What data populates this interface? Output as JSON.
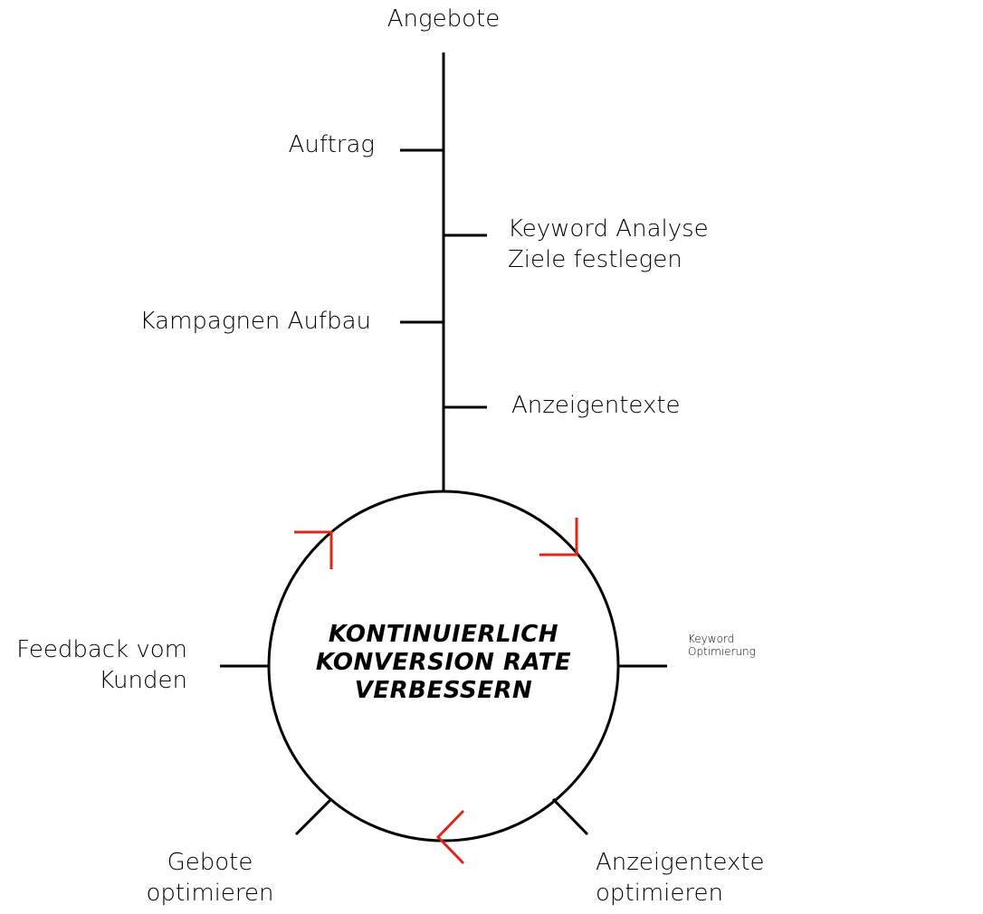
{
  "top_label": "Angebote",
  "timeline": {
    "auftrag": "Auftrag",
    "keyword_analyse": [
      "Keyword Analyse",
      "Ziele festlegen"
    ],
    "kampagnen_aufbau": "Kampagnen Aufbau",
    "anzeigentexte": "Anzeigentexte"
  },
  "cycle": {
    "center": [
      "KONTINUIERLICH",
      "KONVERSION RATE",
      "VERBESSERN"
    ],
    "feedback": [
      "Feedback vom",
      "Kunden"
    ],
    "keyword_optimierung": [
      "Keyword",
      "Optimierung"
    ],
    "gebote": [
      "Gebote",
      "optimieren"
    ],
    "anzeigentexte_optimieren": [
      "Anzeigentexte",
      "optimieren"
    ]
  },
  "colors": {
    "line": "#000000",
    "arrow": "#e0251b"
  }
}
